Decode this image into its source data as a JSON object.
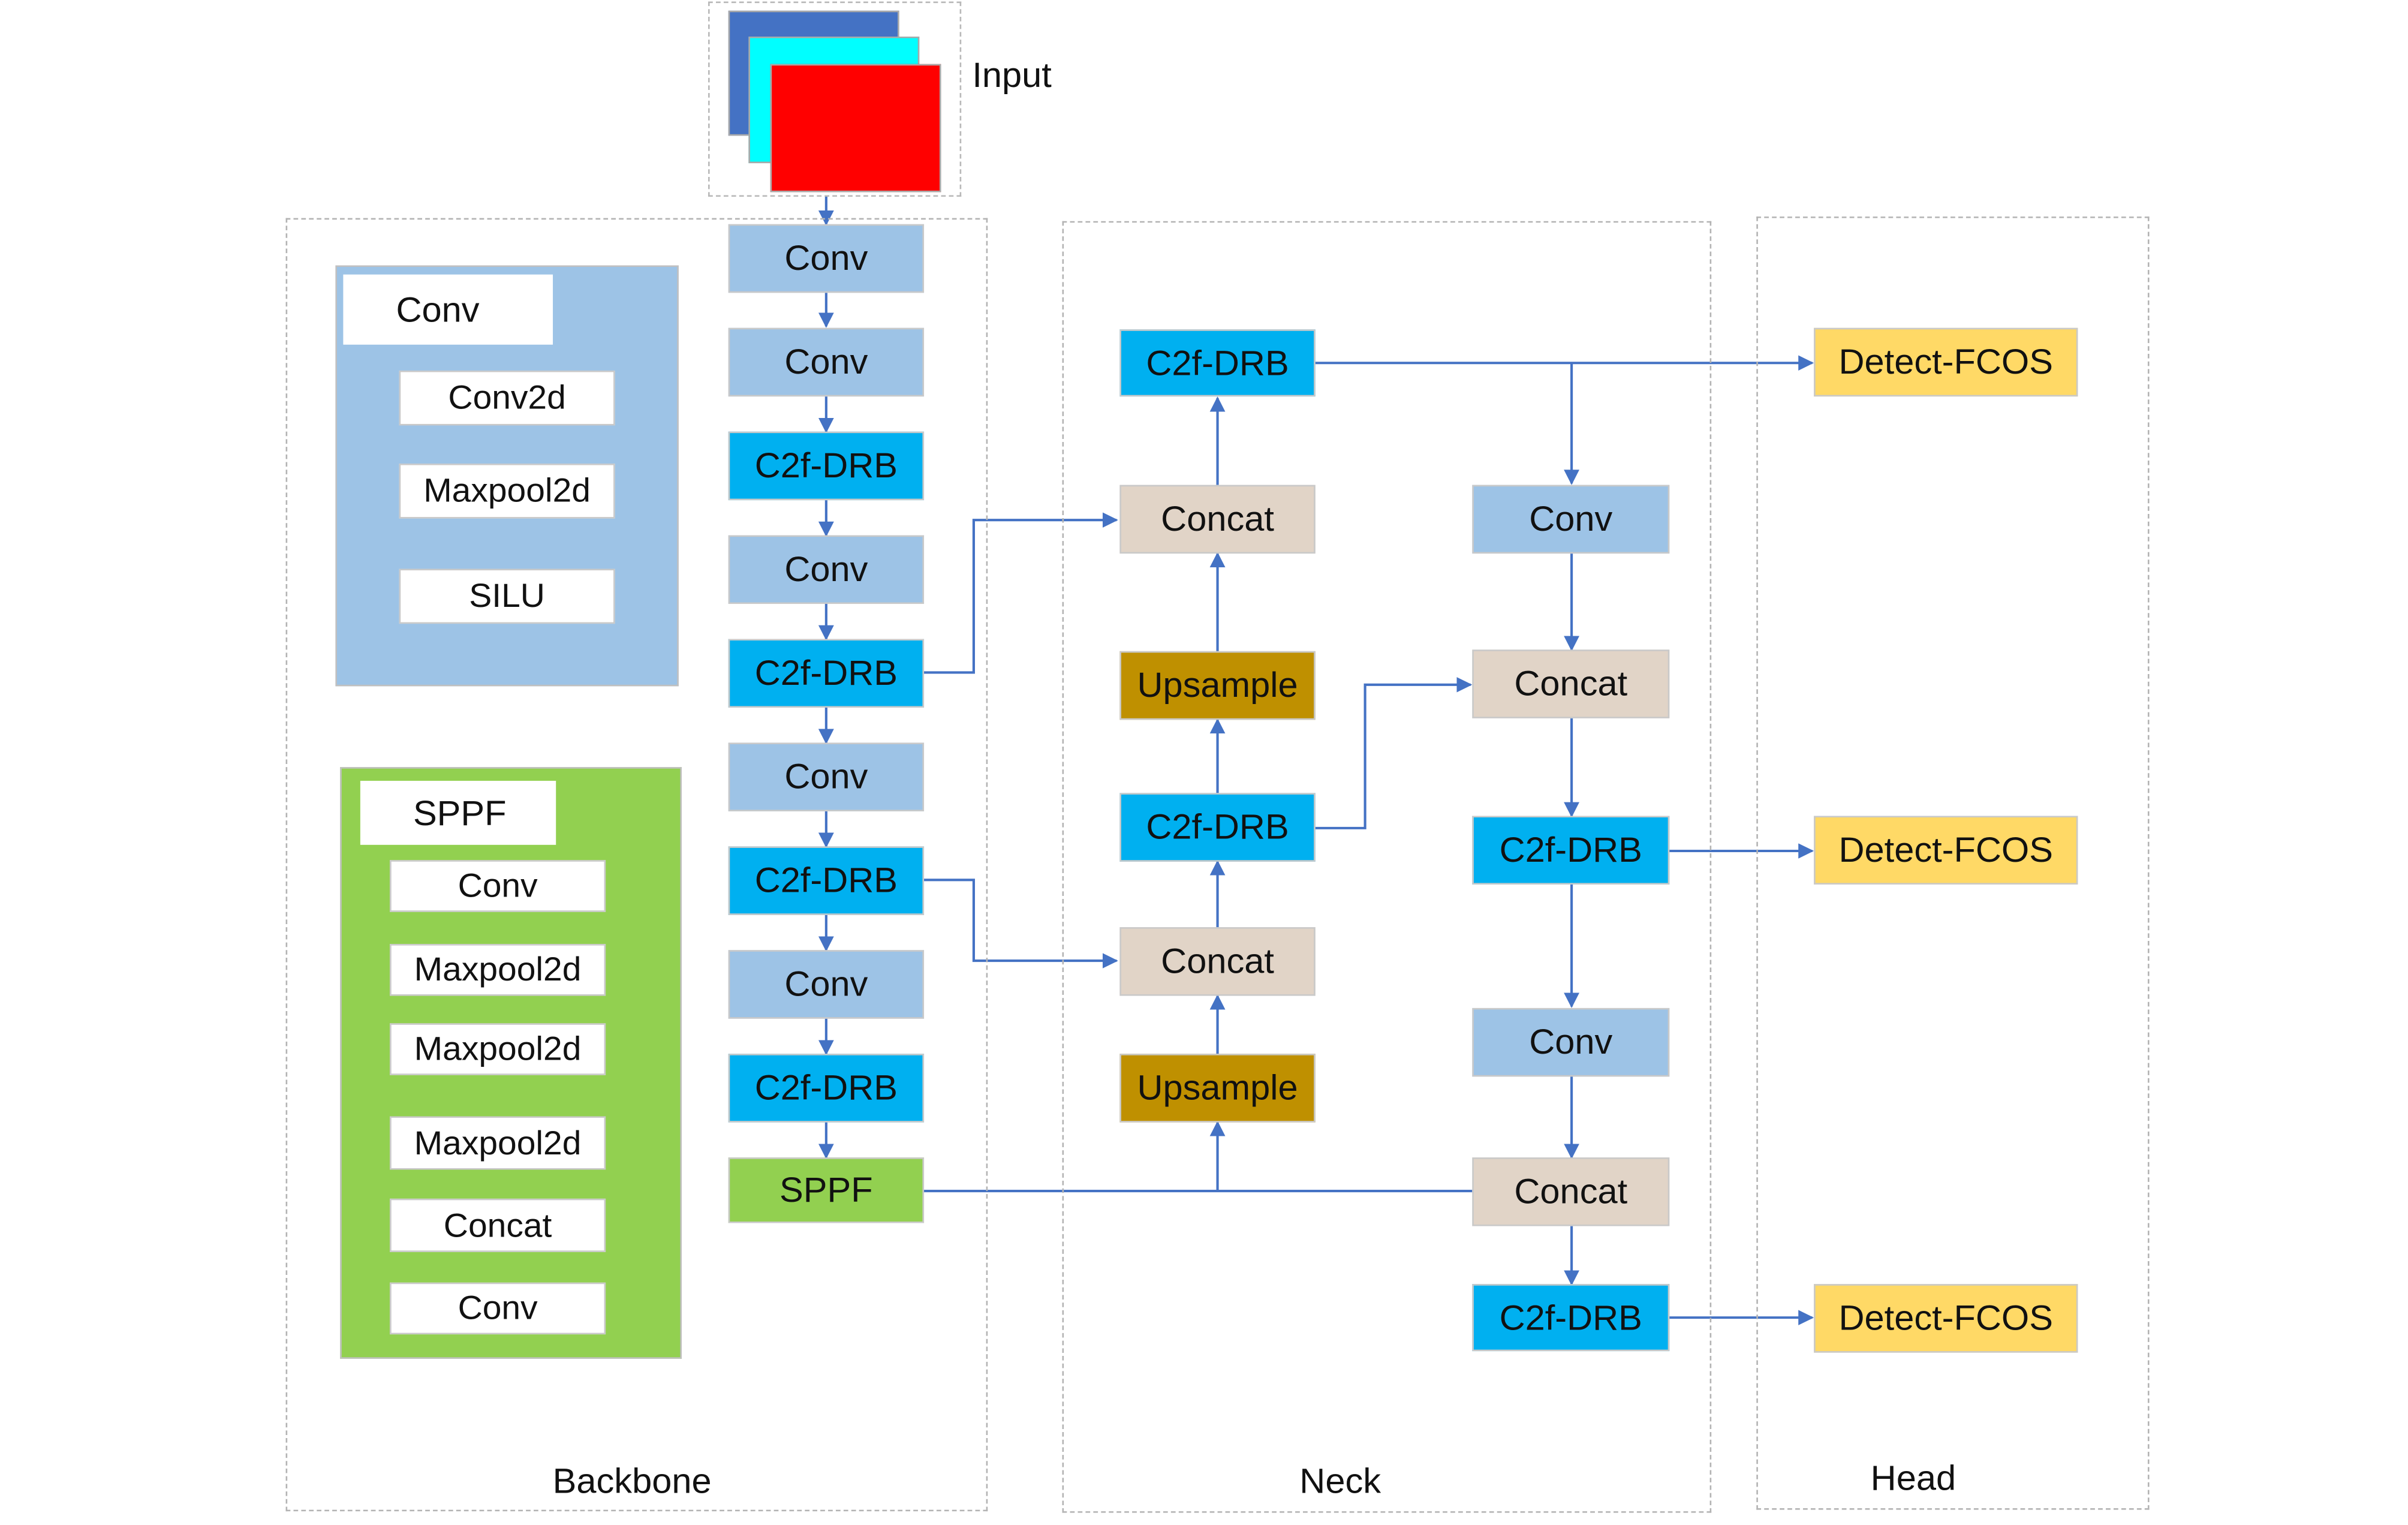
{
  "input": {
    "label": "Input"
  },
  "regions": {
    "backbone": "Backbone",
    "neck": "Neck",
    "head": "Head"
  },
  "backbone": {
    "nodes": [
      "Conv",
      "Conv",
      "C2f-DRB",
      "Conv",
      "C2f-DRB",
      "Conv",
      "C2f-DRB",
      "Conv",
      "C2f-DRB",
      "SPPF"
    ]
  },
  "conv_panel": {
    "title": "Conv",
    "items": [
      "Conv2d",
      "Maxpool2d",
      "SILU"
    ]
  },
  "sppf_panel": {
    "title": "SPPF",
    "items": [
      "Conv",
      "Maxpool2d",
      "Maxpool2d",
      "Maxpool2d",
      "Concat",
      "Conv"
    ]
  },
  "neck": {
    "left": {
      "c2f_top": "C2f-DRB",
      "concat_top": "Concat",
      "upsample_top": "Upsample",
      "c2f_mid": "C2f-DRB",
      "concat_mid": "Concat",
      "upsample_bottom": "Upsample"
    },
    "right": {
      "conv_top": "Conv",
      "concat_top": "Concat",
      "c2f_mid": "C2f-DRB",
      "conv_bottom": "Conv",
      "concat_bottom": "Concat",
      "c2f_bottom": "C2f-DRB"
    }
  },
  "head": {
    "detect": [
      "Detect-FCOS",
      "Detect-FCOS",
      "Detect-FCOS"
    ]
  },
  "colors": {
    "conv": "#9dc3e6",
    "c2f": "#00b0f0",
    "concat": "#e1d4c7",
    "upsample": "#bf9000",
    "sppf": "#92d050",
    "detect": "#ffd966",
    "arrow": "#4472c4",
    "input_back": "#4472c4",
    "input_mid": "#00ffff",
    "input_front": "#ff0000"
  }
}
